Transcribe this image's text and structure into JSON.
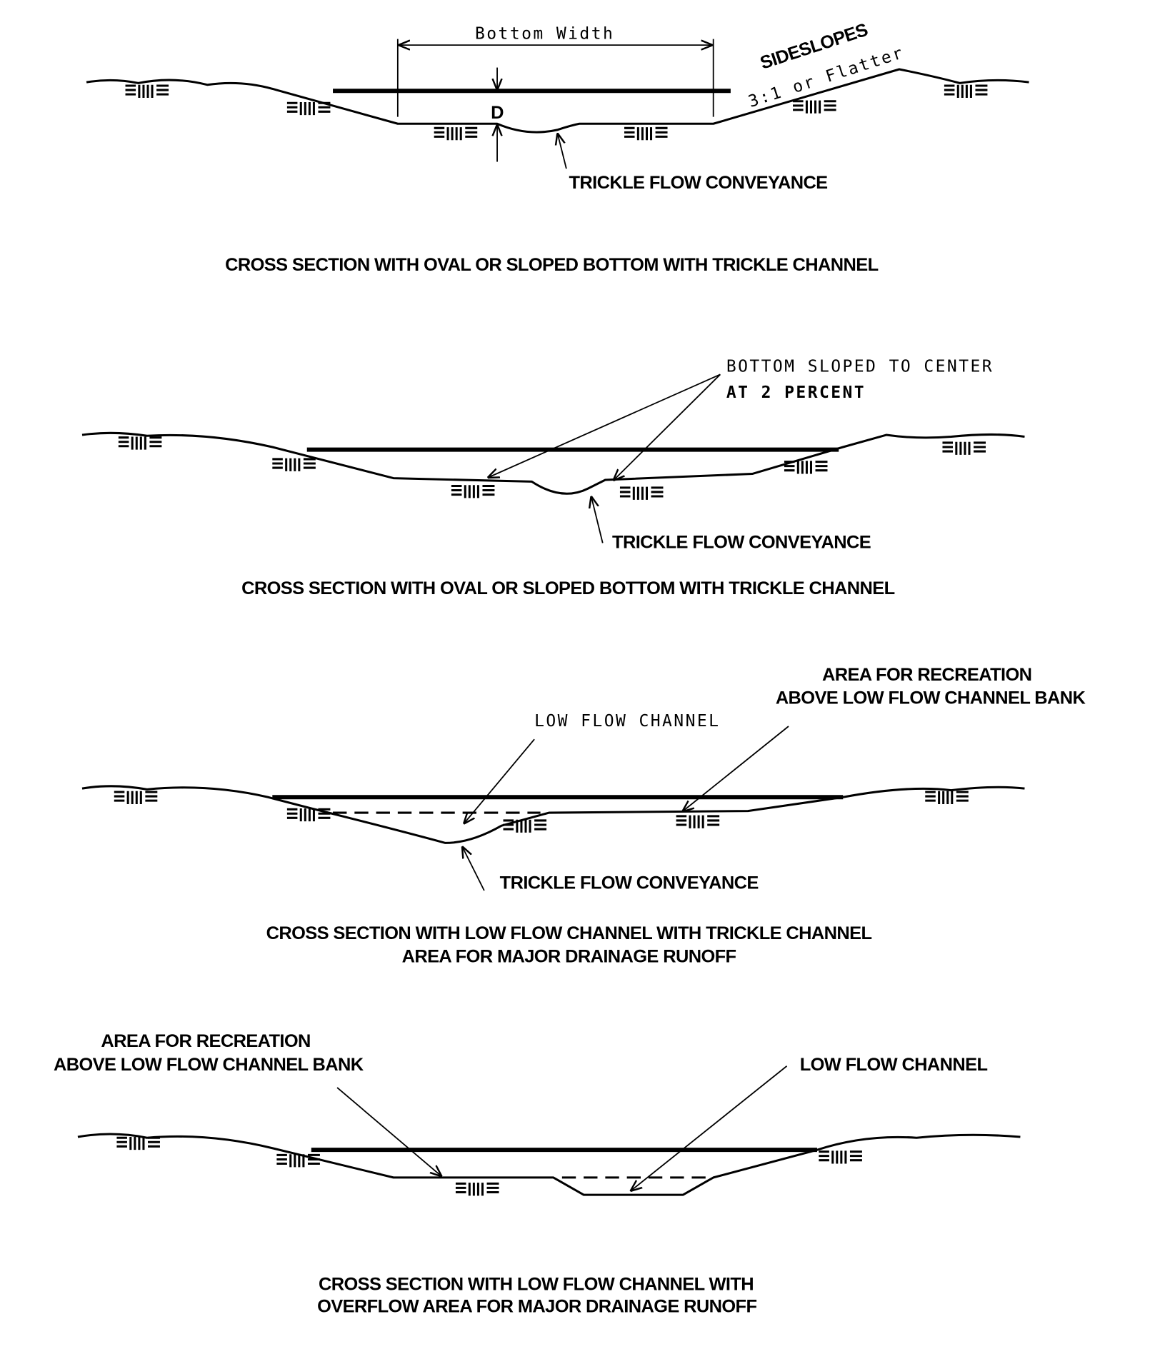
{
  "panel1": {
    "bottom_width": "Bottom Width",
    "sideslopes": "SIDESLOPES",
    "slope_ratio": "3:1 or Flatter",
    "depth": "D",
    "trickle": "TRICKLE FLOW CONVEYANCE",
    "caption": "CROSS SECTION WITH OVAL OR SLOPED BOTTOM WITH TRICKLE CHANNEL"
  },
  "panel2": {
    "note_line1": "BOTTOM SLOPED TO CENTER",
    "note_line2": "AT 2 PERCENT",
    "trickle": "TRICKLE FLOW CONVEYANCE",
    "caption": "CROSS SECTION WITH OVAL OR SLOPED BOTTOM WITH TRICKLE CHANNEL"
  },
  "panel3": {
    "recreation_line1": "AREA FOR RECREATION",
    "recreation_line2": "ABOVE LOW FLOW CHANNEL BANK",
    "low_flow": "LOW FLOW CHANNEL",
    "trickle": "TRICKLE FLOW CONVEYANCE",
    "caption_line1": "CROSS SECTION WITH LOW FLOW CHANNEL WITH TRICKLE CHANNEL",
    "caption_line2": "AREA FOR MAJOR DRAINAGE RUNOFF"
  },
  "panel4": {
    "recreation_line1": "AREA FOR RECREATION",
    "recreation_line2": "ABOVE LOW FLOW CHANNEL BANK",
    "low_flow": "LOW FLOW CHANNEL",
    "caption_line1": "CROSS SECTION WITH LOW FLOW CHANNEL WITH",
    "caption_line2": "OVERFLOW AREA FOR MAJOR DRAINAGE RUNOFF"
  }
}
